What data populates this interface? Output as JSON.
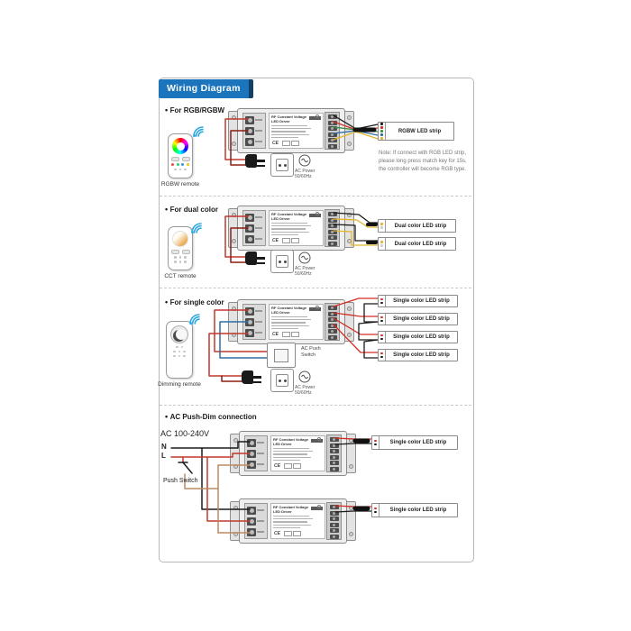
{
  "header": {
    "title": "Wiring Diagram"
  },
  "controller": {
    "name": "RF Constant Voltage LED Driver",
    "ce": "CE"
  },
  "ac_power": {
    "label": "AC Power",
    "freq": "50/60Hz"
  },
  "colors": {
    "accent": "#1c75bc",
    "wire_red": "#c0392b",
    "wire_black": "#1b1b1b",
    "wire_blue": "#2e6da4",
    "wire_yellow": "#e3b52a",
    "wire_green": "#3a8f3d"
  },
  "s1": {
    "label": "For RGB/RGBW",
    "remote": "RGBW remote",
    "strip": "RGBW LED strip",
    "note1": "Note: If connect with RGB LED strip,",
    "note2": "please long press match key for 15s,",
    "note3": "the controller will become RGB type."
  },
  "s2": {
    "label": "For dual color",
    "remote": "CCT remote",
    "strip1": "Dual color LED strip",
    "strip2": "Dual color LED strip"
  },
  "s3": {
    "label": "For single color",
    "remote": "Dimming remote",
    "strip1": "Single color LED strip",
    "strip2": "Single color LED strip",
    "strip3": "Single color LED strip",
    "strip4": "Single color LED strip",
    "switch1": "AC Push",
    "switch2": "Switch"
  },
  "s4": {
    "label": "AC Push-Dim connection",
    "voltage": "AC 100-240V",
    "n": "N",
    "l": "L",
    "switch": "Push Switch",
    "strip1": "Single color LED strip",
    "strip2": "Single color LED strip"
  }
}
